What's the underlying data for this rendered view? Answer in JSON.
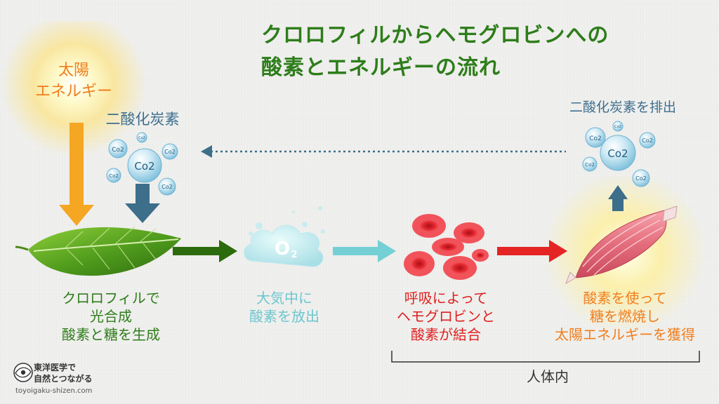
{
  "title": {
    "line1": "クロロフィルからヘモグロビンへの",
    "line2": "酸素とエネルギーの流れ",
    "color": "#2e7d1b"
  },
  "sun": {
    "line1": "太陽",
    "line2": "エネルギー",
    "color": "#f07e1e"
  },
  "co2_in": {
    "label": "二酸化炭素",
    "color": "#3f6f8f",
    "bubble_text": "Co2",
    "small_bubble_text": "Co2"
  },
  "co2_out": {
    "label": "二酸化炭素を排出",
    "color": "#3f6f8f",
    "bubble_text": "Co2",
    "small_bubble_text": "Co2"
  },
  "o2": {
    "symbol": "O",
    "subscript": "2"
  },
  "steps": {
    "leaf": {
      "lines": [
        "クロロフィルで",
        "光合成",
        "酸素と糖を生成"
      ],
      "color": "#2e7d1b"
    },
    "o2": {
      "lines": [
        "大気中に",
        "酸素を放出"
      ],
      "color": "#6cc6cf"
    },
    "rbc": {
      "lines": [
        "呼吸によって",
        "ヘモグロビンと",
        "酸素が結合"
      ],
      "color": "#e02020"
    },
    "muscle": {
      "lines": [
        "酸素を使って",
        "糖を燃焼し",
        "太陽エネルギーを獲得"
      ],
      "color": "#f07e1e"
    }
  },
  "body_label": "人体内",
  "logo": {
    "line1": "東洋医学で",
    "line2": "自然とつながる",
    "url": "toyoigaku-shizen.com"
  },
  "colors": {
    "arrow_sun": "#f5a623",
    "arrow_co2": "#3d6e8a",
    "arrow_green": "#2c6a0e",
    "arrow_cyan": "#74d0d4",
    "arrow_red": "#e52424",
    "arrow_up": "#3d6e8a",
    "dotted": "#3d6e8a",
    "bracket": "#333333"
  }
}
